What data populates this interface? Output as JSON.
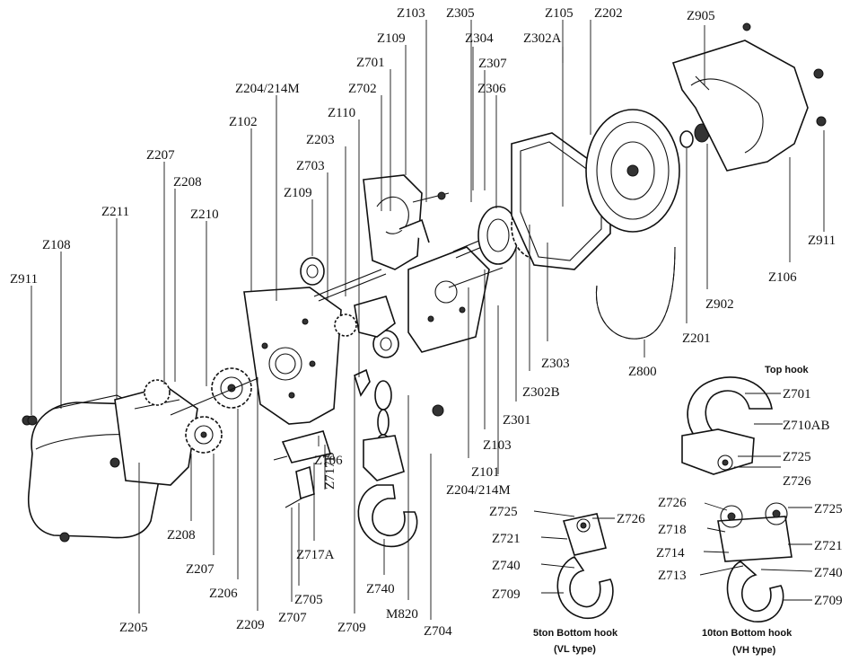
{
  "labels": {
    "Z103_top": "Z103",
    "Z305": "Z305",
    "Z105": "Z105",
    "Z202": "Z202",
    "Z905": "Z905",
    "Z109_top": "Z109",
    "Z304": "Z304",
    "Z302A": "Z302A",
    "Z701": "Z701",
    "Z307": "Z307",
    "Z204_214M_top": "Z204/214M",
    "Z702": "Z702",
    "Z306": "Z306",
    "Z110": "Z110",
    "Z102": "Z102",
    "Z203": "Z203",
    "Z207_top": "Z207",
    "Z703": "Z703",
    "Z208_top": "Z208",
    "Z109_left": "Z109",
    "Z211": "Z211",
    "Z210": "Z210",
    "Z108": "Z108",
    "Z911_left": "Z911",
    "Z911_right": "Z911",
    "Z106": "Z106",
    "Z902": "Z902",
    "Z201": "Z201",
    "Z800": "Z800",
    "Z303": "Z303",
    "Z302B": "Z302B",
    "Z301": "Z301",
    "Z103_bottom": "Z103",
    "Z101": "Z101",
    "Z204_214M_bottom": "Z204/214M",
    "Z706": "Z706",
    "Z717B": "Z717B",
    "Z717A": "Z717A",
    "Z208_bottom": "Z208",
    "Z207_bottom": "Z207",
    "Z206": "Z206",
    "Z705": "Z705",
    "Z707": "Z707",
    "Z205": "Z205",
    "Z209": "Z209",
    "Z709_left": "Z709",
    "Z740_center": "Z740",
    "M820": "M820",
    "Z704": "Z704",
    "top_Z701": "Z701",
    "top_Z710AB": "Z710AB",
    "top_Z725": "Z725",
    "top_Z726": "Z726",
    "vl_Z725": "Z725",
    "vl_Z726": "Z726",
    "vl_Z721": "Z721",
    "vl_Z740": "Z740",
    "vl_Z709": "Z709",
    "vh_Z726": "Z726",
    "vh_Z725": "Z725",
    "vh_Z718": "Z718",
    "vh_Z714": "Z714",
    "vh_Z721": "Z721",
    "vh_Z713": "Z713",
    "vh_Z740": "Z740",
    "vh_Z709": "Z709"
  },
  "captions": {
    "top_hook": "Top hook",
    "vl_line1": "5ton Bottom hook",
    "vl_line2": "(VL type)",
    "vh_line1": "10ton Bottom hook",
    "vh_line2": "(VH type)"
  }
}
